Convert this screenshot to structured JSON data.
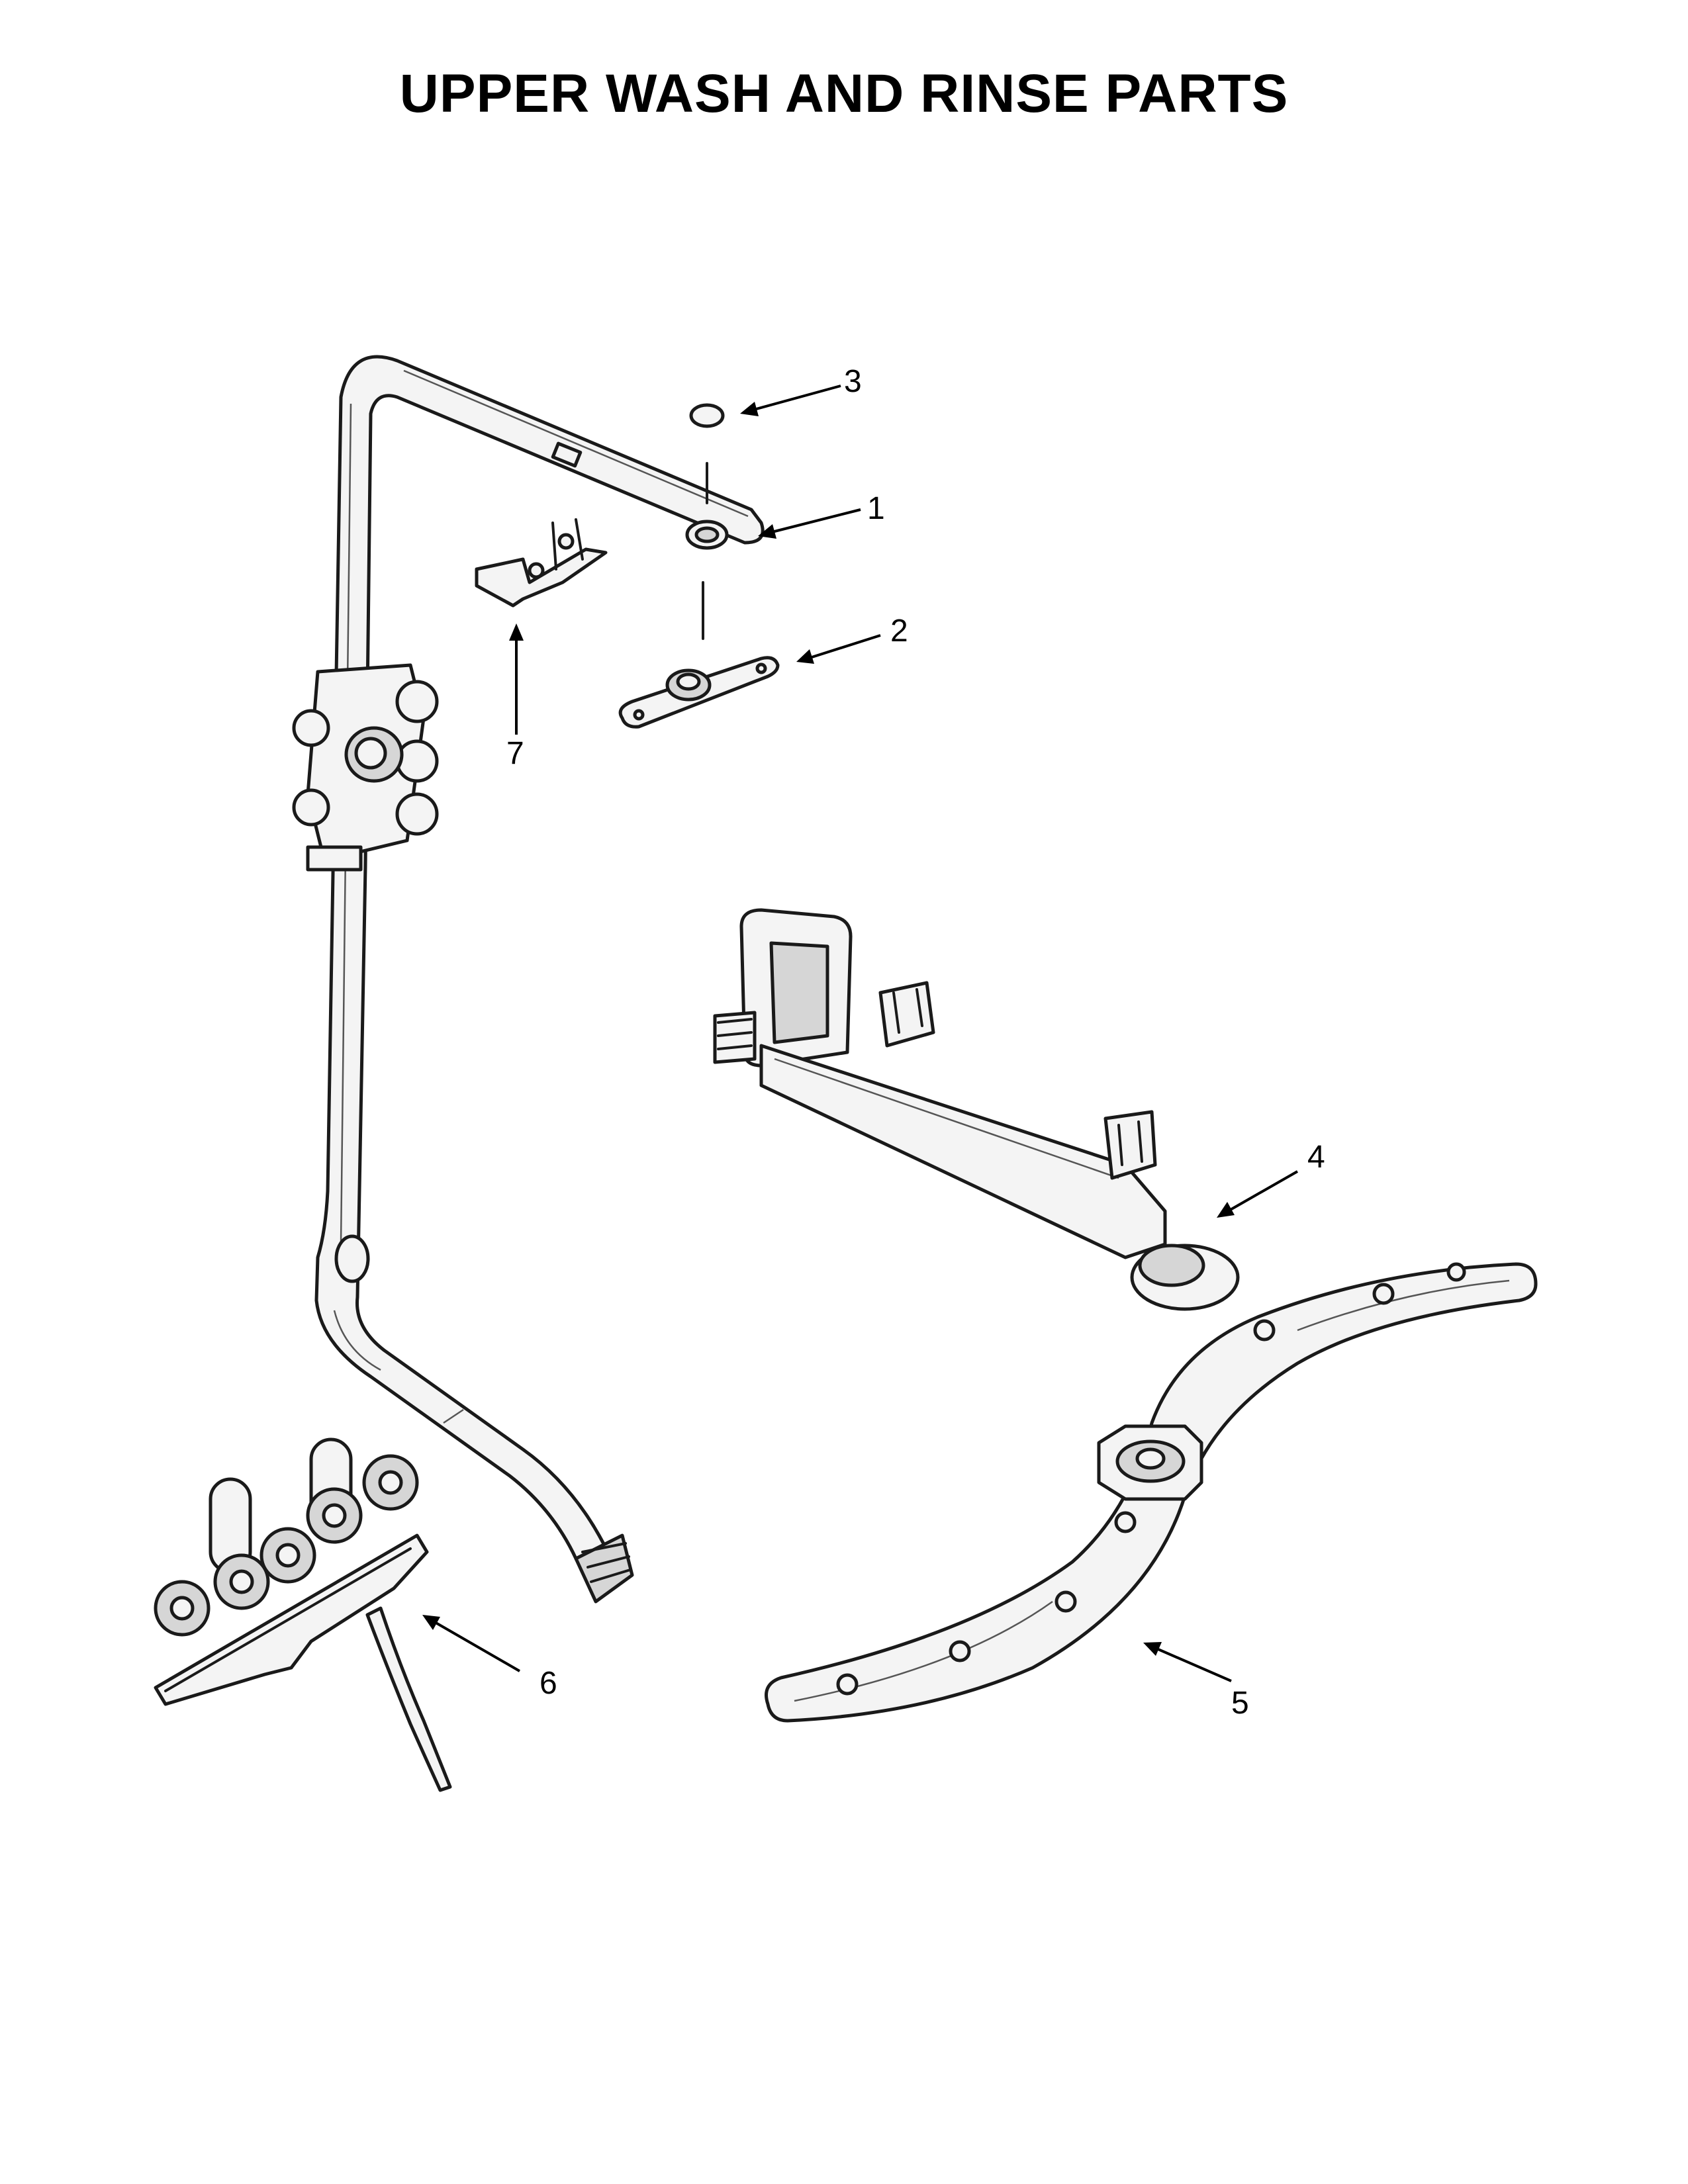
{
  "title": "UPPER WASH AND RINSE PARTS",
  "callouts": [
    {
      "id": "1",
      "label": "1"
    },
    {
      "id": "2",
      "label": "2"
    },
    {
      "id": "3",
      "label": "3"
    },
    {
      "id": "4",
      "label": "4"
    },
    {
      "id": "5",
      "label": "5"
    },
    {
      "id": "6",
      "label": "6"
    },
    {
      "id": "7",
      "label": "7"
    }
  ]
}
